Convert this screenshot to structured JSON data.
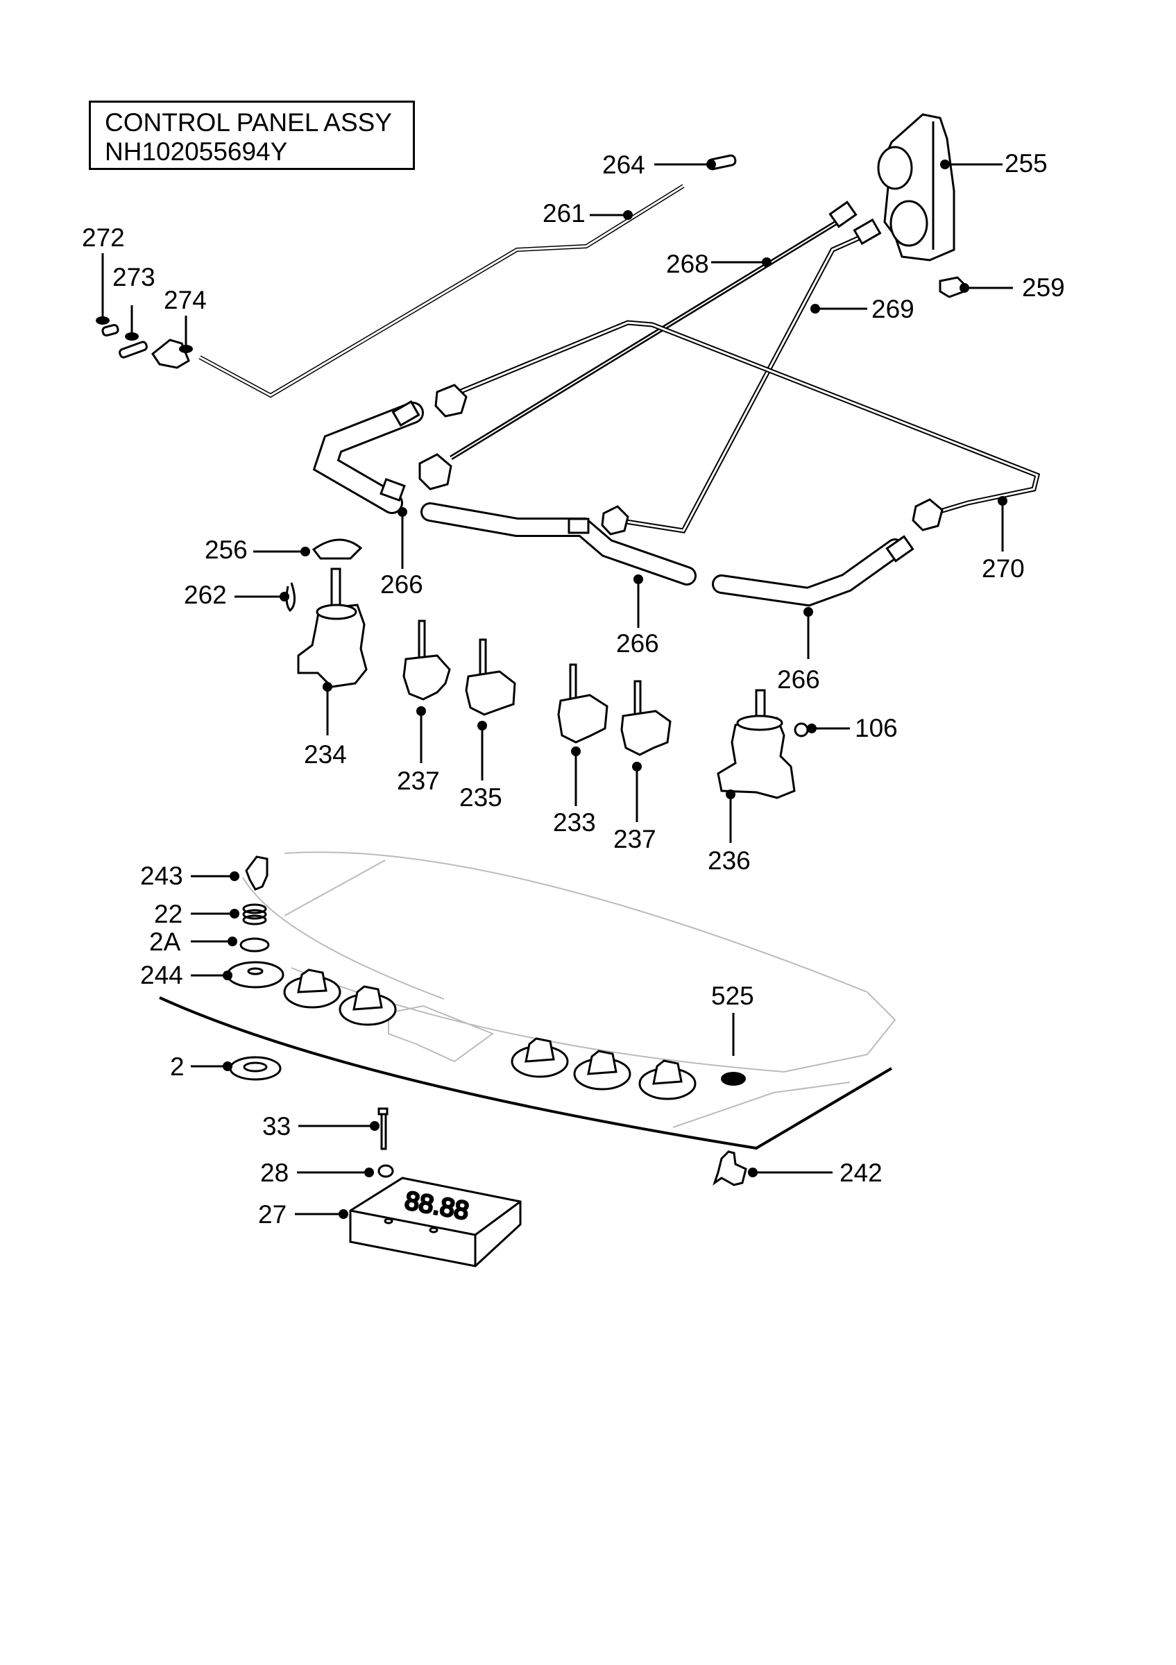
{
  "title": {
    "line1": "CONTROL PANEL ASSY",
    "line2": "NH102055694Y"
  },
  "display_text": "88.88",
  "labels": {
    "p264": "264",
    "p261": "261",
    "p255": "255",
    "p272": "272",
    "p273": "273",
    "p274": "274",
    "p268": "268",
    "p259": "259",
    "p269": "269",
    "p256": "256",
    "p266a": "266",
    "p270": "270",
    "p262": "262",
    "p266b": "266",
    "p266c": "266",
    "p106": "106",
    "p234": "234",
    "p237a": "237",
    "p235": "235",
    "p233": "233",
    "p237b": "237",
    "p236": "236",
    "p243": "243",
    "p22": "22",
    "p2A": "2A",
    "p244": "244",
    "p525": "525",
    "p2": "2",
    "p33": "33",
    "p28": "28",
    "p242": "242",
    "p27": "27"
  }
}
